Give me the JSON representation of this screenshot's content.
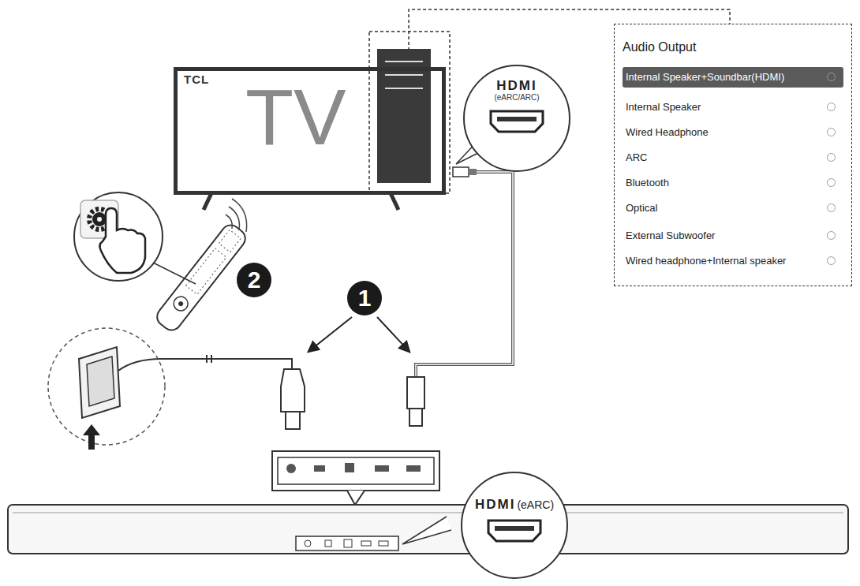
{
  "diagram": {
    "nodes": [
      {
        "text": [
          "TCL",
          "TV"
        ]
      },
      {
        "text": [
          "HDMI",
          "(eARC/ARC)"
        ]
      },
      {
        "text": [
          "Audio Output"
        ]
      },
      {
        "text": [
          "Internal Speaker+Soundbar(HDMI)"
        ],
        "in": 2
      },
      {
        "text": [
          "Internal Speaker"
        ],
        "in": 2
      },
      {
        "text": [
          "Wired Headphone"
        ],
        "in": 2
      },
      {
        "text": [
          "ARC"
        ],
        "in": 2
      },
      {
        "text": [
          "Bluetooth"
        ],
        "in": 2
      },
      {
        "text": [
          "Optical"
        ],
        "in": 2
      },
      {
        "text": [
          "External Subwoofer"
        ],
        "in": 2
      },
      {
        "text": [
          "Wired headphone+Internal speaker"
        ],
        "in": 2
      },
      {
        "text": [
          "HDMI",
          "(eARC)"
        ]
      }
    ],
    "edges": [
      {
        "from": 0,
        "to": 2,
        "arrow": "none"
      }
    ],
    "labels": [
      "2",
      "1"
    ]
  }
}
